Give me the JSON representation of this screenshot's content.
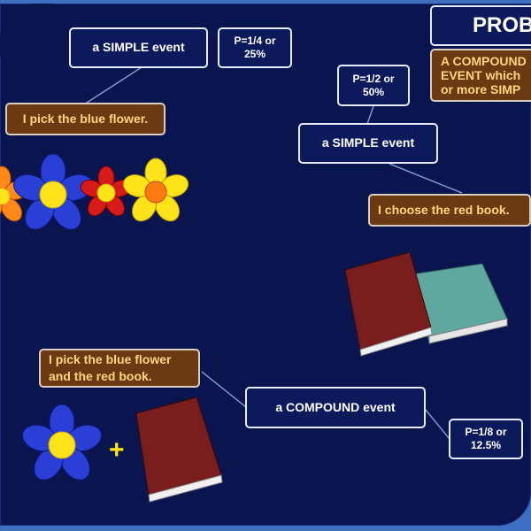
{
  "header": {
    "title": "PROB",
    "definition_lines": [
      "A COMPOUND",
      "EVENT which",
      "or more SIMP"
    ]
  },
  "event1": {
    "label": "a SIMPLE event",
    "probability": "P=1/4 or\n25%",
    "statement": "I pick the blue flower."
  },
  "event2": {
    "label": "a SIMPLE event",
    "probability": "P=1/2 or\n50%",
    "statement": "I choose the red book."
  },
  "event3": {
    "label": "a COMPOUND event",
    "probability": "P=1/8 or\n12.5%",
    "statement": "I pick the blue flower\nand the red book.",
    "plus_sign": "+"
  },
  "colors": {
    "background": "#0a1550",
    "frame": "#3f6fc0",
    "box_fill": "#0c1a5c",
    "box_border": "#e8ecff",
    "note_fill": "#6b3a12",
    "note_text": "#ffd680",
    "flower_blue": "#2a3fd6",
    "flower_red": "#d81a1a",
    "flower_yellow": "#ffe31a",
    "flower_orange": "#ff7a10",
    "book_red": "#7a1d1d",
    "book_teal": "#5fa8a0"
  },
  "icons": [
    "flower-icon",
    "book-icon",
    "plus-icon"
  ]
}
